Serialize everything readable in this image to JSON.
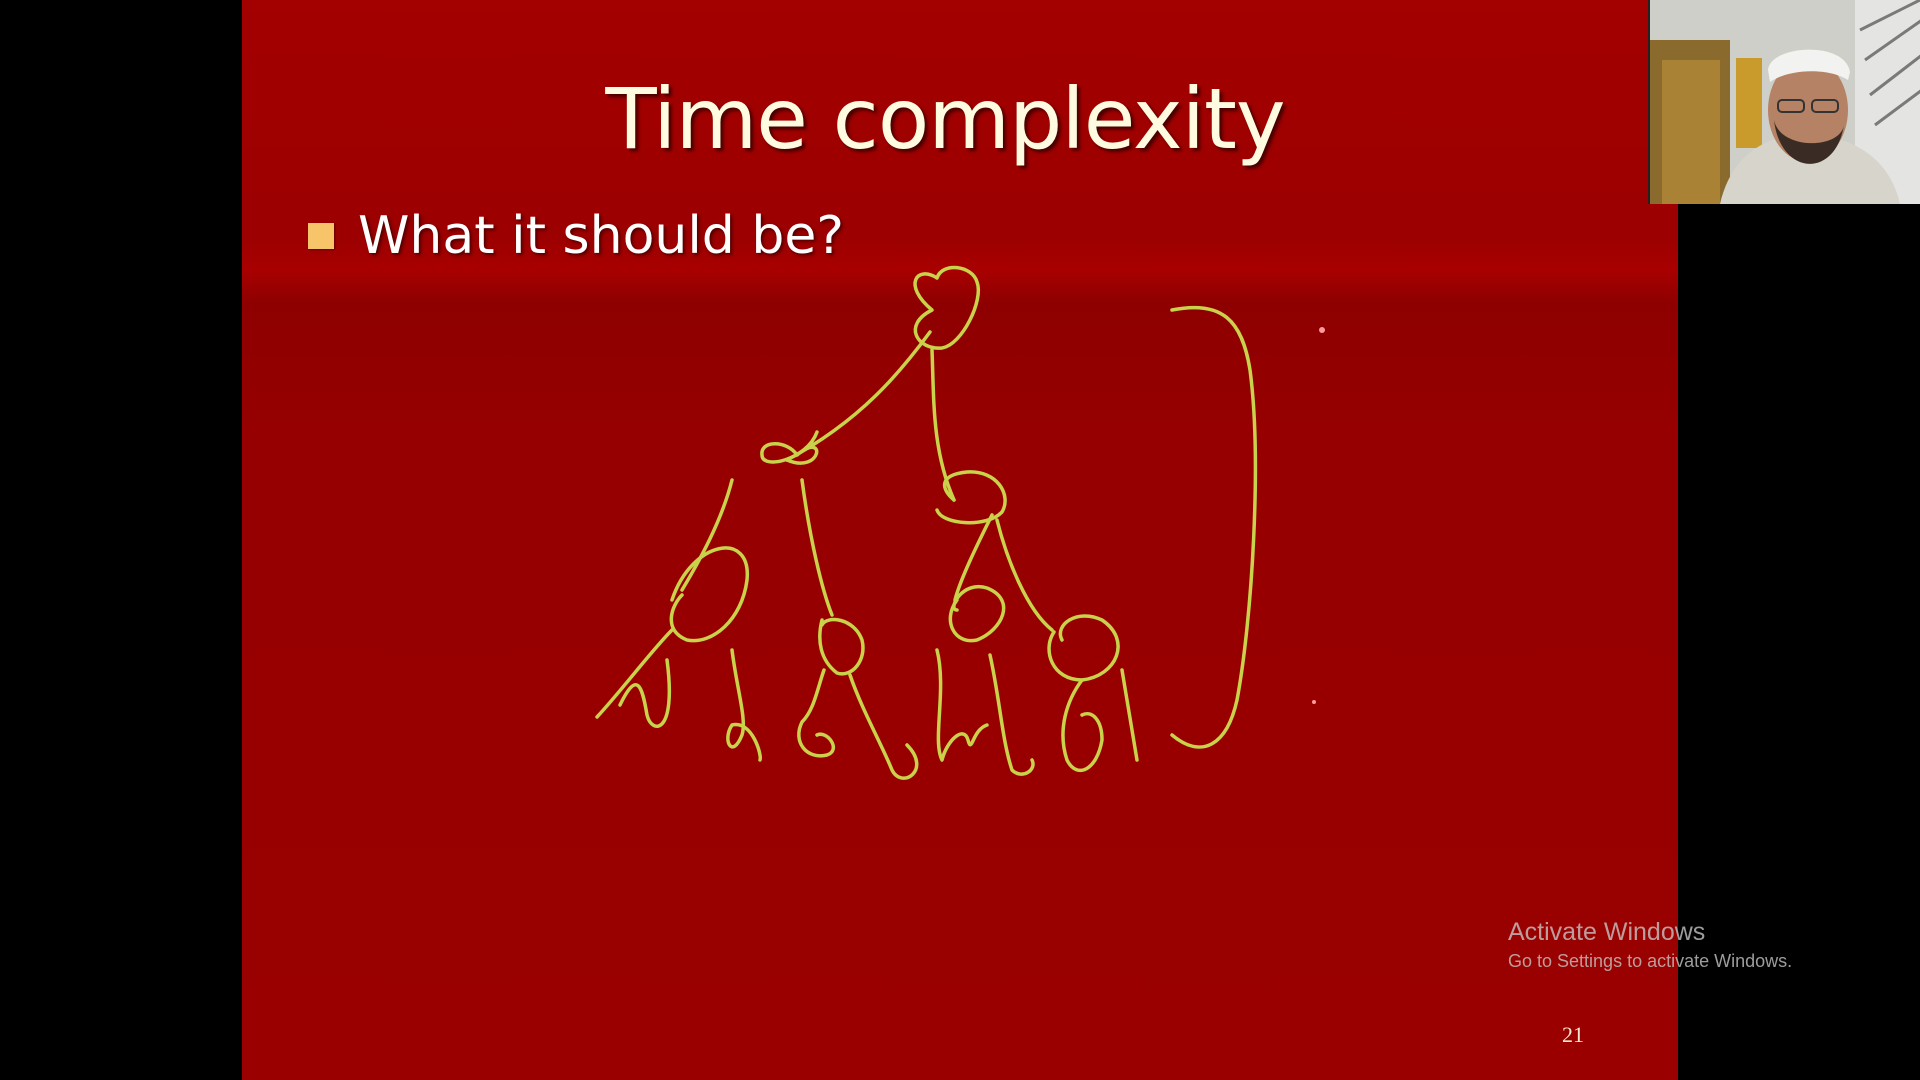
{
  "slide": {
    "title": "Time complexity",
    "bullet": "What it should be?",
    "page_number": "21",
    "bullet_color": "#f7c46a",
    "background_color": "#9c0000",
    "ink_color": "#c9d24a"
  },
  "watermark": {
    "title": "Activate Windows",
    "subtitle": "Go to Settings to activate Windows."
  },
  "webcam": {
    "description_icon": "webcam-presenter-video"
  }
}
